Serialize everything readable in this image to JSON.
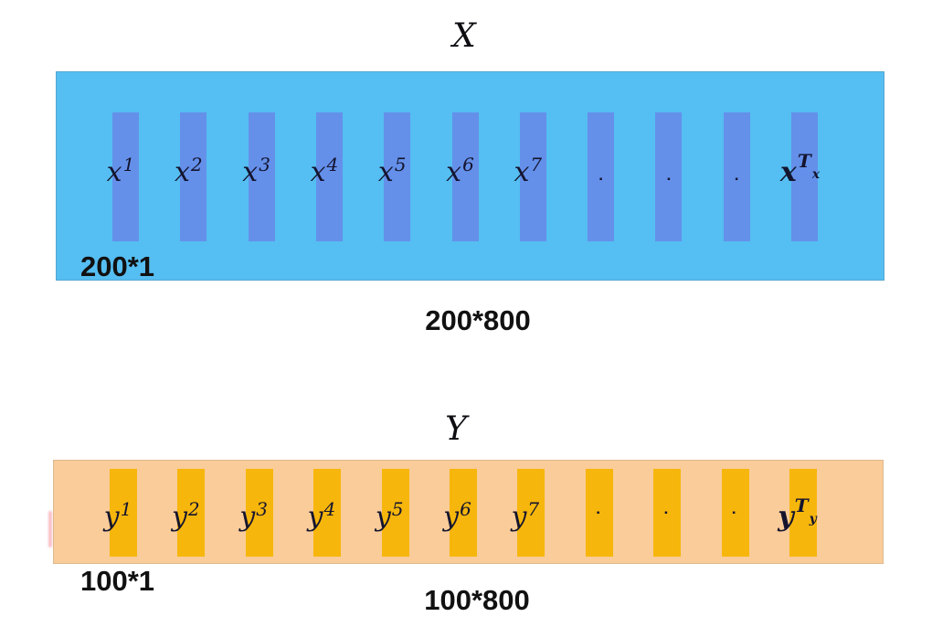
{
  "colors": {
    "x-bg": "#55BEF2",
    "x-bar": "#6490EA",
    "y-bg": "#F9CC99",
    "y-bar": "#F7B60C",
    "label-ink": "#14142E",
    "dim-ink": "#111111"
  },
  "glyphs": {
    "dot": "▪"
  },
  "matrix_x": {
    "title": "X",
    "dim_col": "200*1",
    "dim_matrix": "200*800",
    "col_labels": [
      {
        "base": "x",
        "sup": "1"
      },
      {
        "base": "x",
        "sup": "2"
      },
      {
        "base": "x",
        "sup": "3"
      },
      {
        "base": "x",
        "sup": "4"
      },
      {
        "base": "x",
        "sup": "5"
      },
      {
        "base": "x",
        "sup": "6"
      },
      {
        "base": "x",
        "sup": "7"
      }
    ],
    "ellipsis_dots": [
      "▪",
      "▪",
      "▪"
    ],
    "last_label": {
      "base": "x",
      "sup": "T",
      "subsup": "x"
    }
  },
  "matrix_y": {
    "title": "Y",
    "dim_col": "100*1",
    "dim_matrix": "100*800",
    "col_labels": [
      {
        "base": "y",
        "sup": "1"
      },
      {
        "base": "y",
        "sup": "2"
      },
      {
        "base": "y",
        "sup": "3"
      },
      {
        "base": "y",
        "sup": "4"
      },
      {
        "base": "y",
        "sup": "5"
      },
      {
        "base": "y",
        "sup": "6"
      },
      {
        "base": "y",
        "sup": "7"
      }
    ],
    "ellipsis_dots": [
      "▪",
      "▪",
      "▪"
    ],
    "last_label": {
      "base": "y",
      "sup": "T",
      "subsup": "y"
    }
  }
}
